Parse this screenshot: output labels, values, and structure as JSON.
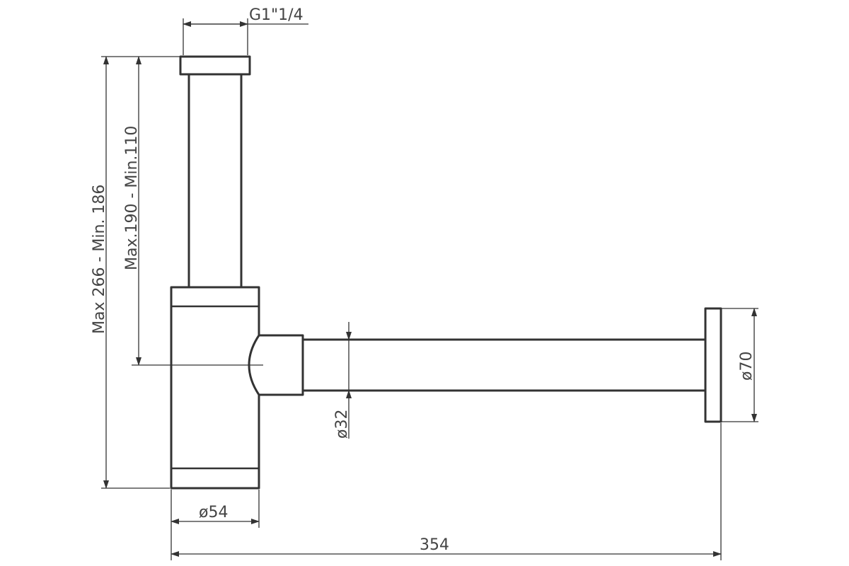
{
  "dimensions": {
    "thread": "G1\"1/4",
    "total_height": "Max 266 - Min. 186",
    "inlet_height": "Max.190 - Min.110",
    "outlet_diameter": "ø32",
    "flange_diameter": "ø70",
    "body_diameter": "ø54",
    "total_length": "354"
  },
  "colors": {
    "line": "#333333",
    "text": "#444444"
  }
}
